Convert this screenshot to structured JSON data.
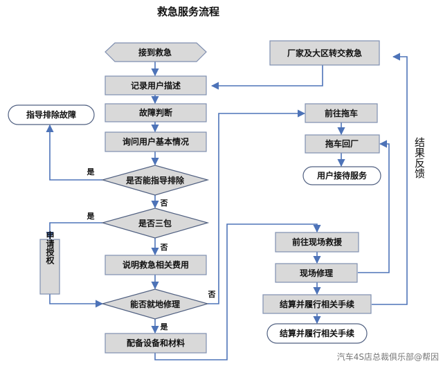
{
  "title": "救急服务流程",
  "nodes": {
    "receive_rescue": "接到救急",
    "record_description": "记录用户描述",
    "fault_judgment": "故障判断",
    "ask_user_info": "询问用户基本情况",
    "can_guide_fix": "是否能指导排除",
    "guide_fix_fault": "指导排除故障",
    "is_warranty": "是否三包",
    "apply_authorization": "申请授权",
    "explain_costs": "说明救急相关费用",
    "can_repair_onsite": "能否就地修理",
    "prepare_equipment": "配备设备和材料",
    "factory_transfer": "厂家及大区转交救急",
    "go_tow": "前往拖车",
    "tow_back": "拖车回厂",
    "user_reception": "用户接待服务",
    "go_site_rescue": "前往现场救援",
    "site_repair": "现场修理",
    "settle_procedures_1": "结算并履行相关手续",
    "settle_procedures_2": "结算并履行相关手续"
  },
  "edge_labels": {
    "yes_guide": "是",
    "no_guide": "否",
    "yes_warranty": "是",
    "no_warranty": "否",
    "no_onsite": "否",
    "yes_onsite": "是"
  },
  "side_label": "结果反馈",
  "watermark": "汽车4S店总裁俱乐部@帮因",
  "colors": {
    "node_fill": "#d9d9d9",
    "edge": "#4d73b8",
    "node_border": "#4f5f80"
  }
}
